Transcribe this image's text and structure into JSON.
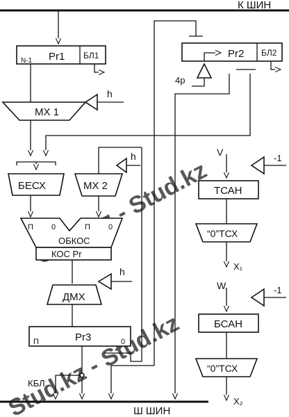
{
  "buses": {
    "top": "К ШИН",
    "bottom": "Ш ШИН"
  },
  "blocks": {
    "pr1": {
      "name": "Pr1",
      "sub": "N-1",
      "bl": "БЛ1"
    },
    "pr2": {
      "name": "Pr2",
      "bl": "БЛ2",
      "shift": "4p"
    },
    "mx1": "МХ 1",
    "mx2": "МХ 2",
    "besx": "БЕСХ",
    "obkos": {
      "top_left": "П",
      "top_zero1": "0",
      "top_p2": "П",
      "top_zero2": "0",
      "name": "ОБКОС",
      "sub": "КОС Pr"
    },
    "dmx": "ДМХ",
    "pr3": {
      "name": "Pr3",
      "left": "П",
      "right": "0"
    },
    "tsan": "ТСАН",
    "tcx1": "“0”ТСХ",
    "bsan": "БСАН",
    "tcx2": "“0”ТСХ"
  },
  "signals": {
    "h1": "h",
    "h2": "h",
    "h3": "h",
    "v": "V",
    "w": "W",
    "neg1a": "-1",
    "neg1b": "-1",
    "x1": "X₁",
    "x2": "X₂",
    "kbl": "КБЛ"
  },
  "watermark": "Stud.kz - Stud.kz"
}
